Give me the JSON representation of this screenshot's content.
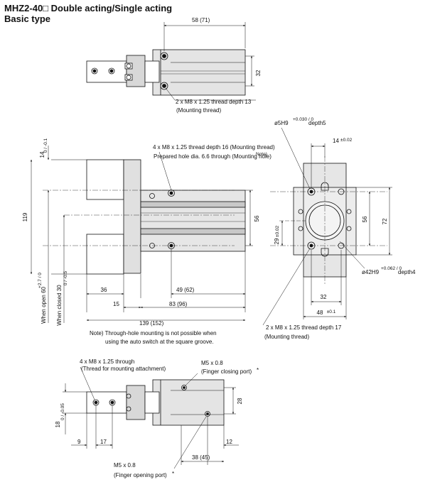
{
  "title": {
    "model": "MHZ2-40□ Double acting/Single acting",
    "subtitle": "Basic type"
  },
  "top_view": {
    "dim_width": "58 (71)",
    "dim_height": "32",
    "callout_thread": "2 x M8 x 1.25 thread depth 13",
    "callout_purpose": "(Mounting thread)"
  },
  "front_view": {
    "dim_top_left": "14",
    "dim_top_left_tol": "0 / -0.1",
    "dim_119": "119",
    "dim_open": "When open 60",
    "dim_open_tol": "+2.7 / 0",
    "dim_closed": "When closed 30",
    "dim_closed_tol": "0 / -0.5",
    "callout_thread": "4 x M8 x 1.25 thread depth 16 (Mounting thread)",
    "callout_hole": "Prepared hole dia. 6.6 through (Mounting hole)",
    "callout_hole_note": "Note)",
    "dim_56": "56",
    "dim_36": "36",
    "dim_49": "49 (62)",
    "dim_15": "15",
    "dim_83": "83 (96)",
    "dim_139": "139 (152)",
    "note": "Note) Through-hole mounting is not possible when",
    "note_line2": "using the auto switch at the square groove."
  },
  "side_view": {
    "pin_hole": "ø5H9",
    "pin_hole_tol": "+0.030 / 0",
    "pin_hole_depth": "depth5",
    "dim_14": "14",
    "dim_14_tol": "±0.02",
    "dim_56": "56",
    "dim_72": "72",
    "dim_29": "29",
    "dim_29_tol": "±0.02",
    "bore": "ø42H9",
    "bore_tol": "+0.062 / 0",
    "bore_depth": "depth4",
    "dim_32": "32",
    "dim_48": "48",
    "dim_48_tol": "±0.1",
    "callout_thread": "2 x M8 x 1.25 thread depth 17",
    "callout_purpose": "(Mounting thread)"
  },
  "bottom_view": {
    "callout_thread": "4 x M8 x 1.25 through",
    "callout_purpose": "(Thread for mounting attachment)",
    "port_close": "M5 x 0.8",
    "port_close_label": "(Finger closing port)",
    "port_close_mark": "*",
    "dim_28": "28",
    "dim_18": "18",
    "dim_18_tol": "0 / -0.05",
    "dim_9": "9",
    "dim_17": "17",
    "dim_12": "12",
    "dim_38": "38 (45)",
    "port_open": "M5 x 0.8",
    "port_open_label": "(Finger opening port)",
    "port_open_mark": "*"
  }
}
